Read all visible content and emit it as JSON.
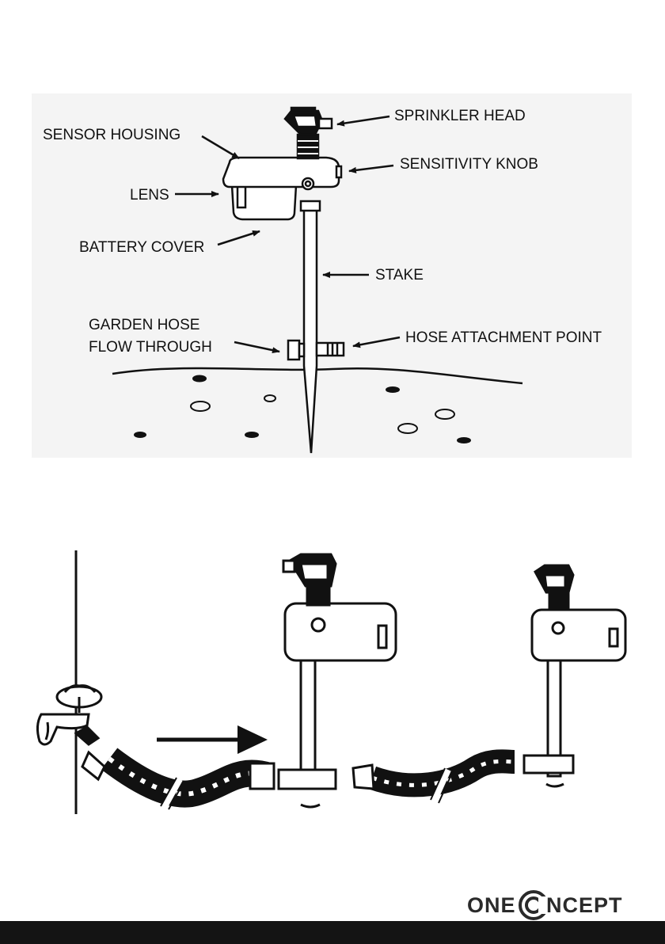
{
  "diagram_labels": {
    "sprinkler_head": "SPRINKLER HEAD",
    "sensor_housing": "SENSOR HOUSING",
    "sensitivity_knob": "SENSITIVITY KNOB",
    "lens": "LENS",
    "battery_cover": "BATTERY COVER",
    "stake": "STAKE",
    "garden_hose_line1": "GARDEN HOSE",
    "garden_hose_line2": "FLOW THROUGH",
    "hose_attachment_point": "HOSE ATTACHMENT POINT"
  },
  "brand": {
    "left": "ONE",
    "right": "NCEPT"
  },
  "colors": {
    "ink": "#111111",
    "panel_bg": "#f4f4f4",
    "footer_bar": "#141414"
  }
}
